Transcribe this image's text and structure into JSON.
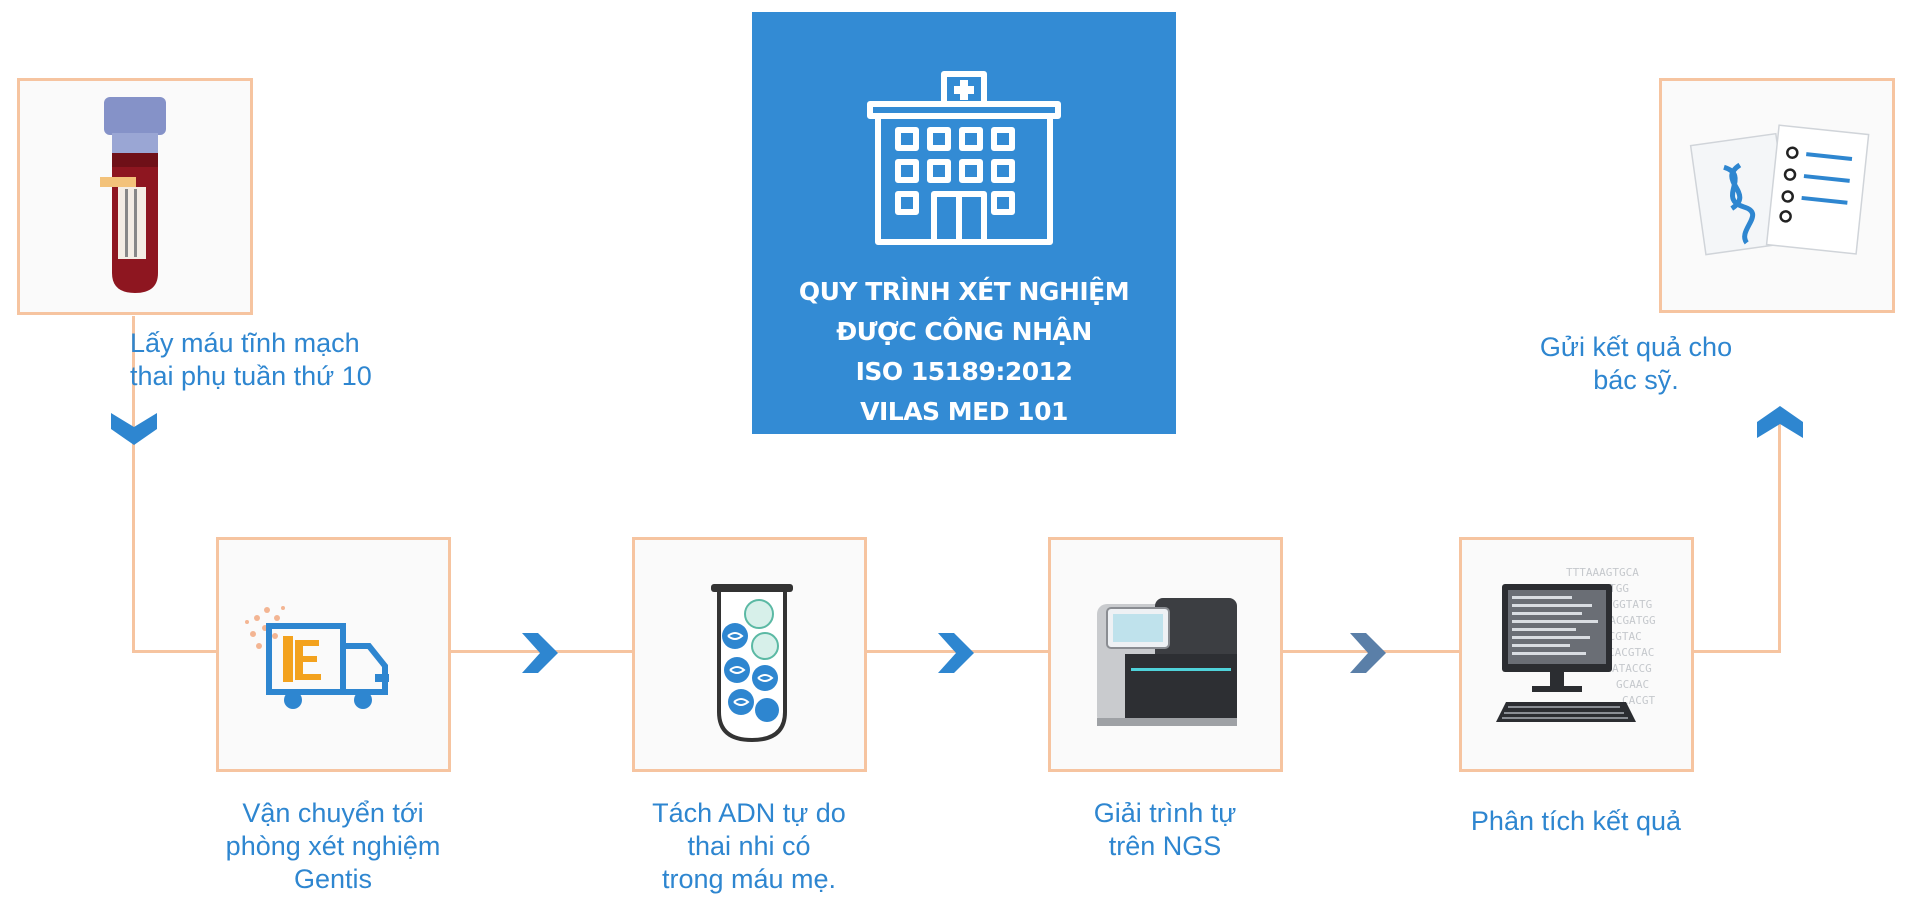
{
  "center": {
    "lines": [
      "QUY TRÌNH XÉT NGHIỆM",
      "ĐƯỢC CÔNG NHẬN",
      "ISO 15189:2012",
      "VILAS MED 101"
    ]
  },
  "steps": [
    {
      "lines": [
        "Lấy máu tĩnh mạch",
        "thai phụ tuần thứ 10"
      ],
      "icon": "blood-tube-icon"
    },
    {
      "lines": [
        "Vận chuyển tới",
        "phòng xét nghiệm",
        "Gentis"
      ],
      "icon": "delivery-truck-icon"
    },
    {
      "lines": [
        "Tách ADN tự do",
        "thai nhi có",
        "trong máu mẹ."
      ],
      "icon": "dna-test-tube-icon"
    },
    {
      "lines": [
        "Giải trình tự",
        "trên NGS"
      ],
      "icon": "sequencer-machine-icon"
    },
    {
      "lines": [
        "Phân tích kết quả"
      ],
      "icon": "computer-analysis-icon"
    },
    {
      "lines": [
        "Gửi kết quả cho",
        "bác sỹ."
      ],
      "icon": "report-document-icon"
    }
  ],
  "colors": {
    "accent": "#2e86d0",
    "panel": "#338bd4",
    "border": "#f6c4a0",
    "arrow_dark": "#5a7fa8"
  }
}
